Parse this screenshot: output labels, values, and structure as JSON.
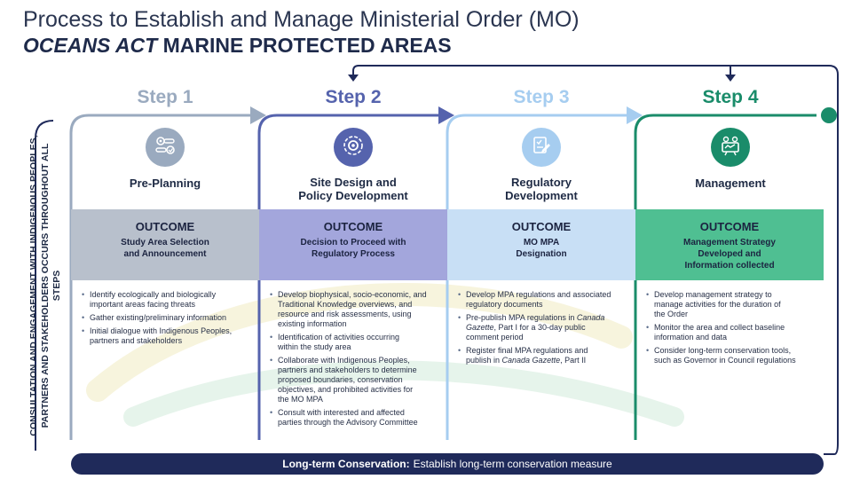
{
  "title": {
    "line1": "Process to Establish and Manage Ministerial Order (MO)",
    "line2_italic": "OCEANS ACT",
    "line2_rest": " MARINE PROTECTED AREAS"
  },
  "side_text": {
    "line1": "CONSULTATION AND ENGAGEMENT WITH INDIGENOUS PEOPLES,",
    "line2": "PARTNERS AND STAKEHOLDERS OCCURS THROUGHOUT ALL STEPS"
  },
  "colors": {
    "step1": "#9aaabf",
    "step2": "#5563ad",
    "step3": "#a6cdf0",
    "step4": "#1a8c6a"
  },
  "steps": [
    {
      "label": "Step 1",
      "icon": "process-gears-icon",
      "name_lines": [
        "Pre-Planning"
      ],
      "outcome_title": "OUTCOME",
      "outcome_lines": [
        "Study Area Selection",
        "and Announcement"
      ],
      "bullets": [
        [
          "Identify ecologically and biologically",
          "important areas facing threats"
        ],
        [
          "Gather existing/preliminary information"
        ],
        [
          "Initial dialogue with Indigenous Peoples,",
          "partners and stakeholders"
        ]
      ]
    },
    {
      "label": "Step 2",
      "icon": "gear-cycle-icon",
      "name_lines": [
        "Site Design and",
        "Policy Development"
      ],
      "outcome_title": "OUTCOME",
      "outcome_lines": [
        "Decision to Proceed with",
        "Regulatory Process"
      ],
      "bullets": [
        [
          "Develop biophysical, socio-economic, and",
          "Traditional Knowledge overviews, and",
          "resource and risk assessments, using",
          "existing information"
        ],
        [
          "Identification of activities occurring",
          "within the study area"
        ],
        [
          "Collaborate with Indigenous Peoples,",
          "partners and stakeholders to determine",
          "proposed boundaries, conservation",
          "objectives, and prohibited activities for",
          "the MO MPA"
        ],
        [
          "Consult with interested and affected",
          "parties through the Advisory Committee"
        ]
      ]
    },
    {
      "label": "Step 3",
      "icon": "document-checklist-icon",
      "name_lines": [
        "Regulatory",
        "Development"
      ],
      "outcome_title": "OUTCOME",
      "outcome_lines": [
        "MO MPA",
        "Designation"
      ],
      "bullets": [
        [
          "Develop MPA regulations and associated",
          "regulatory documents"
        ],
        [
          "Pre-publish MPA regulations in __Canada__",
          "__Gazette__, Part I for a 30-day public",
          "comment period"
        ],
        [
          "Register final MPA regulations and",
          "publish in __Canada Gazette__, Part II"
        ]
      ]
    },
    {
      "label": "Step 4",
      "icon": "monitoring-board-icon",
      "name_lines": [
        "Management"
      ],
      "outcome_title": "OUTCOME",
      "outcome_lines": [
        "Management Strategy",
        "Developed and",
        "Information collected"
      ],
      "bullets": [
        [
          "Develop management strategy to",
          "manage activities for the duration of",
          "the Order"
        ],
        [
          "Monitor the area and collect baseline",
          "information and data"
        ],
        [
          "Consider long-term conservation tools,",
          "such as Governor in Council regulations"
        ]
      ]
    }
  ],
  "bottom_bar": {
    "bold": "Long-term Conservation:",
    "text": "Establish long-term conservation measure"
  }
}
